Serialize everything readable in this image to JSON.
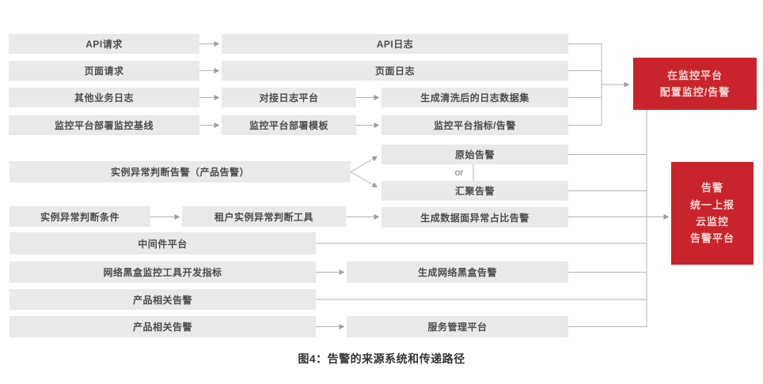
{
  "caption": "图4：告警的来源系统和传递路径",
  "colors": {
    "box_background": "#e9e9e9",
    "box_text": "#4c4c4c",
    "red_background": "#c9242b",
    "red_text": "#f5d9d6",
    "connector_line": "#b3b3b3"
  },
  "nodes": {
    "api_request": "API请求",
    "page_request": "页面请求",
    "other_business_logs": "其他业务日志",
    "monitor_baseline": "监控平台部署监控基线",
    "api_log": "API日志",
    "page_log": "页面日志",
    "log_platform": "对接日志平台",
    "deploy_template": "监控平台部署模板",
    "cleaned_dataset": "生成清洗后的日志数据集",
    "platform_metrics": "监控平台指标/告警",
    "instance_alert": "实例异常判断告警（产品告警）",
    "original_alert": "原始告警",
    "or_label": "or",
    "aggregated_alert": "汇聚告警",
    "judge_condition": "实例异常判断条件",
    "tenant_tool": "租户实例异常判断工具",
    "dataplane_alert": "生成数据面异常占比告警",
    "middleware": "中间件平台",
    "blackbox_metrics": "网络黑盒监控工具开发指标",
    "blackbox_alert": "生成网络黑盒告警",
    "product_alert_1": "产品相关告警",
    "product_alert_2": "产品相关告警",
    "service_platform": "服务管理平台"
  },
  "red_nodes": {
    "configure_monitor": {
      "line1": "在监控平台",
      "line2": "配置监控/告警"
    },
    "unified_report": {
      "line1": "告警",
      "line2": "统一上报",
      "line3": "云监控",
      "line4": "告警平台"
    }
  }
}
